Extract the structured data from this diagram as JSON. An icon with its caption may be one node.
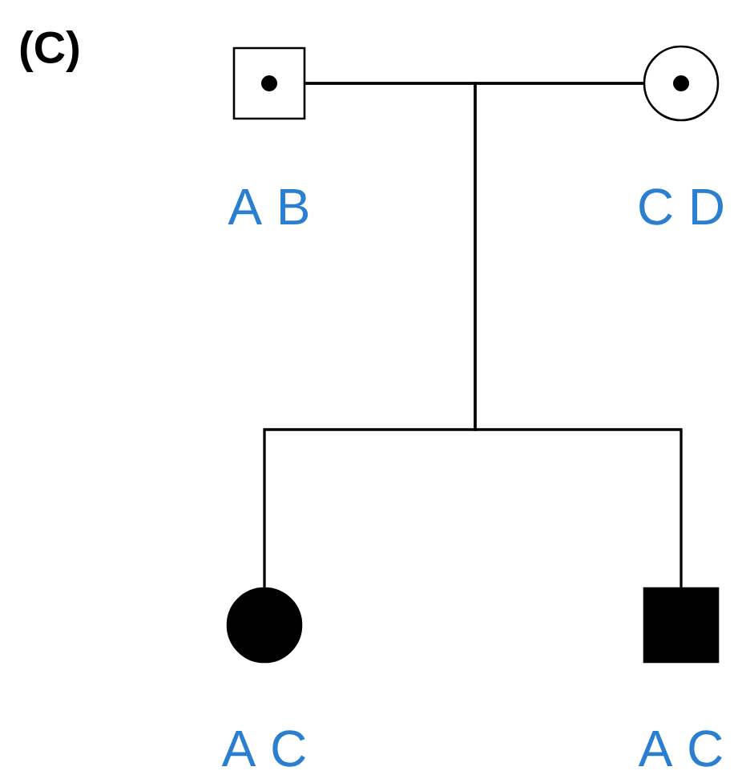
{
  "diagram": {
    "nodes": [
      {
        "text": [],
        "shape": "box",
        "beside": [
          "A B"
        ]
      },
      {
        "text": [],
        "shape": "dot",
        "in": 0
      },
      {
        "text": [],
        "shape": "circle",
        "beside": [
          "C D"
        ]
      },
      {
        "text": [],
        "shape": "dot",
        "in": 2
      },
      {
        "text": [],
        "shape": "disc",
        "beside": [
          "A C"
        ]
      },
      {
        "text": [],
        "shape": "block",
        "beside": [
          "A C"
        ]
      }
    ],
    "edges": [
      {
        "from": 0,
        "to": 2,
        "arrow": "none"
      },
      {
        "from": 0,
        "to": 4,
        "arrow": "none"
      },
      {
        "from": 0,
        "to": 5,
        "arrow": "none"
      },
      {
        "from": 2,
        "to": 4,
        "arrow": "none"
      },
      {
        "from": 2,
        "to": 5,
        "arrow": "none"
      }
    ],
    "labels": [
      "(C)"
    ]
  }
}
